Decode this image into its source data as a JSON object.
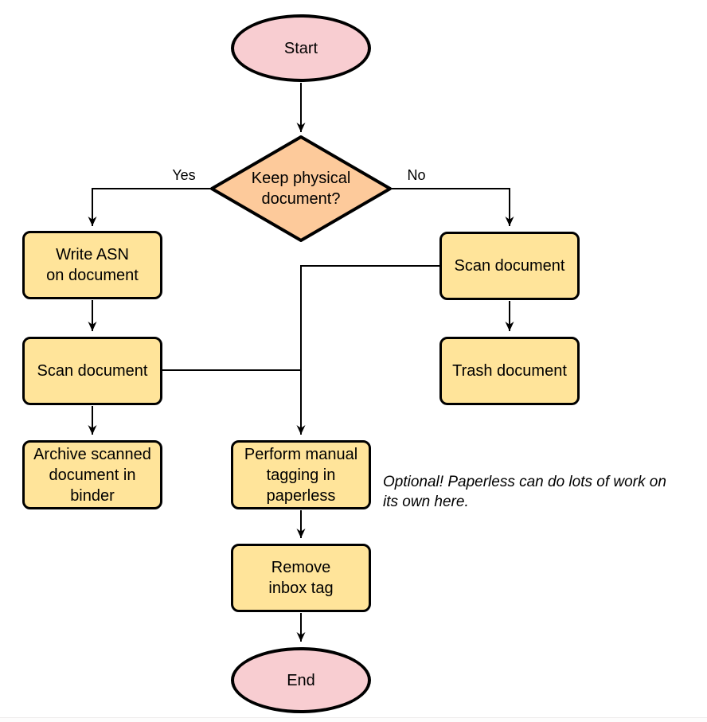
{
  "diagram": {
    "nodes": {
      "start": {
        "type": "terminal",
        "label": "Start"
      },
      "decision": {
        "type": "decision",
        "lines": [
          "Keep physical",
          "document?"
        ]
      },
      "write_asn": {
        "type": "process",
        "lines": [
          "Write ASN",
          "on document"
        ]
      },
      "scan_left": {
        "type": "process",
        "label": "Scan document"
      },
      "archive": {
        "type": "process",
        "lines": [
          "Archive scanned",
          "document in",
          "binder"
        ]
      },
      "scan_right": {
        "type": "process",
        "label": "Scan document"
      },
      "trash": {
        "type": "process",
        "label": "Trash document"
      },
      "tagging": {
        "type": "process",
        "lines": [
          "Perform manual",
          "tagging in",
          "paperless"
        ]
      },
      "remove_inbox": {
        "type": "process",
        "lines": [
          "Remove",
          "inbox tag"
        ]
      },
      "end": {
        "type": "terminal",
        "label": "End"
      }
    },
    "edge_labels": {
      "yes": "Yes",
      "no": "No"
    },
    "annotation": {
      "lines": [
        "Optional! Paperless can do lots of work on",
        "its own here."
      ]
    },
    "colors": {
      "terminal_fill": "#f8cdd1",
      "decision_fill": "#fdca9b",
      "process_fill": "#ffe49a",
      "stroke": "#000000",
      "wire": "#000000"
    }
  }
}
